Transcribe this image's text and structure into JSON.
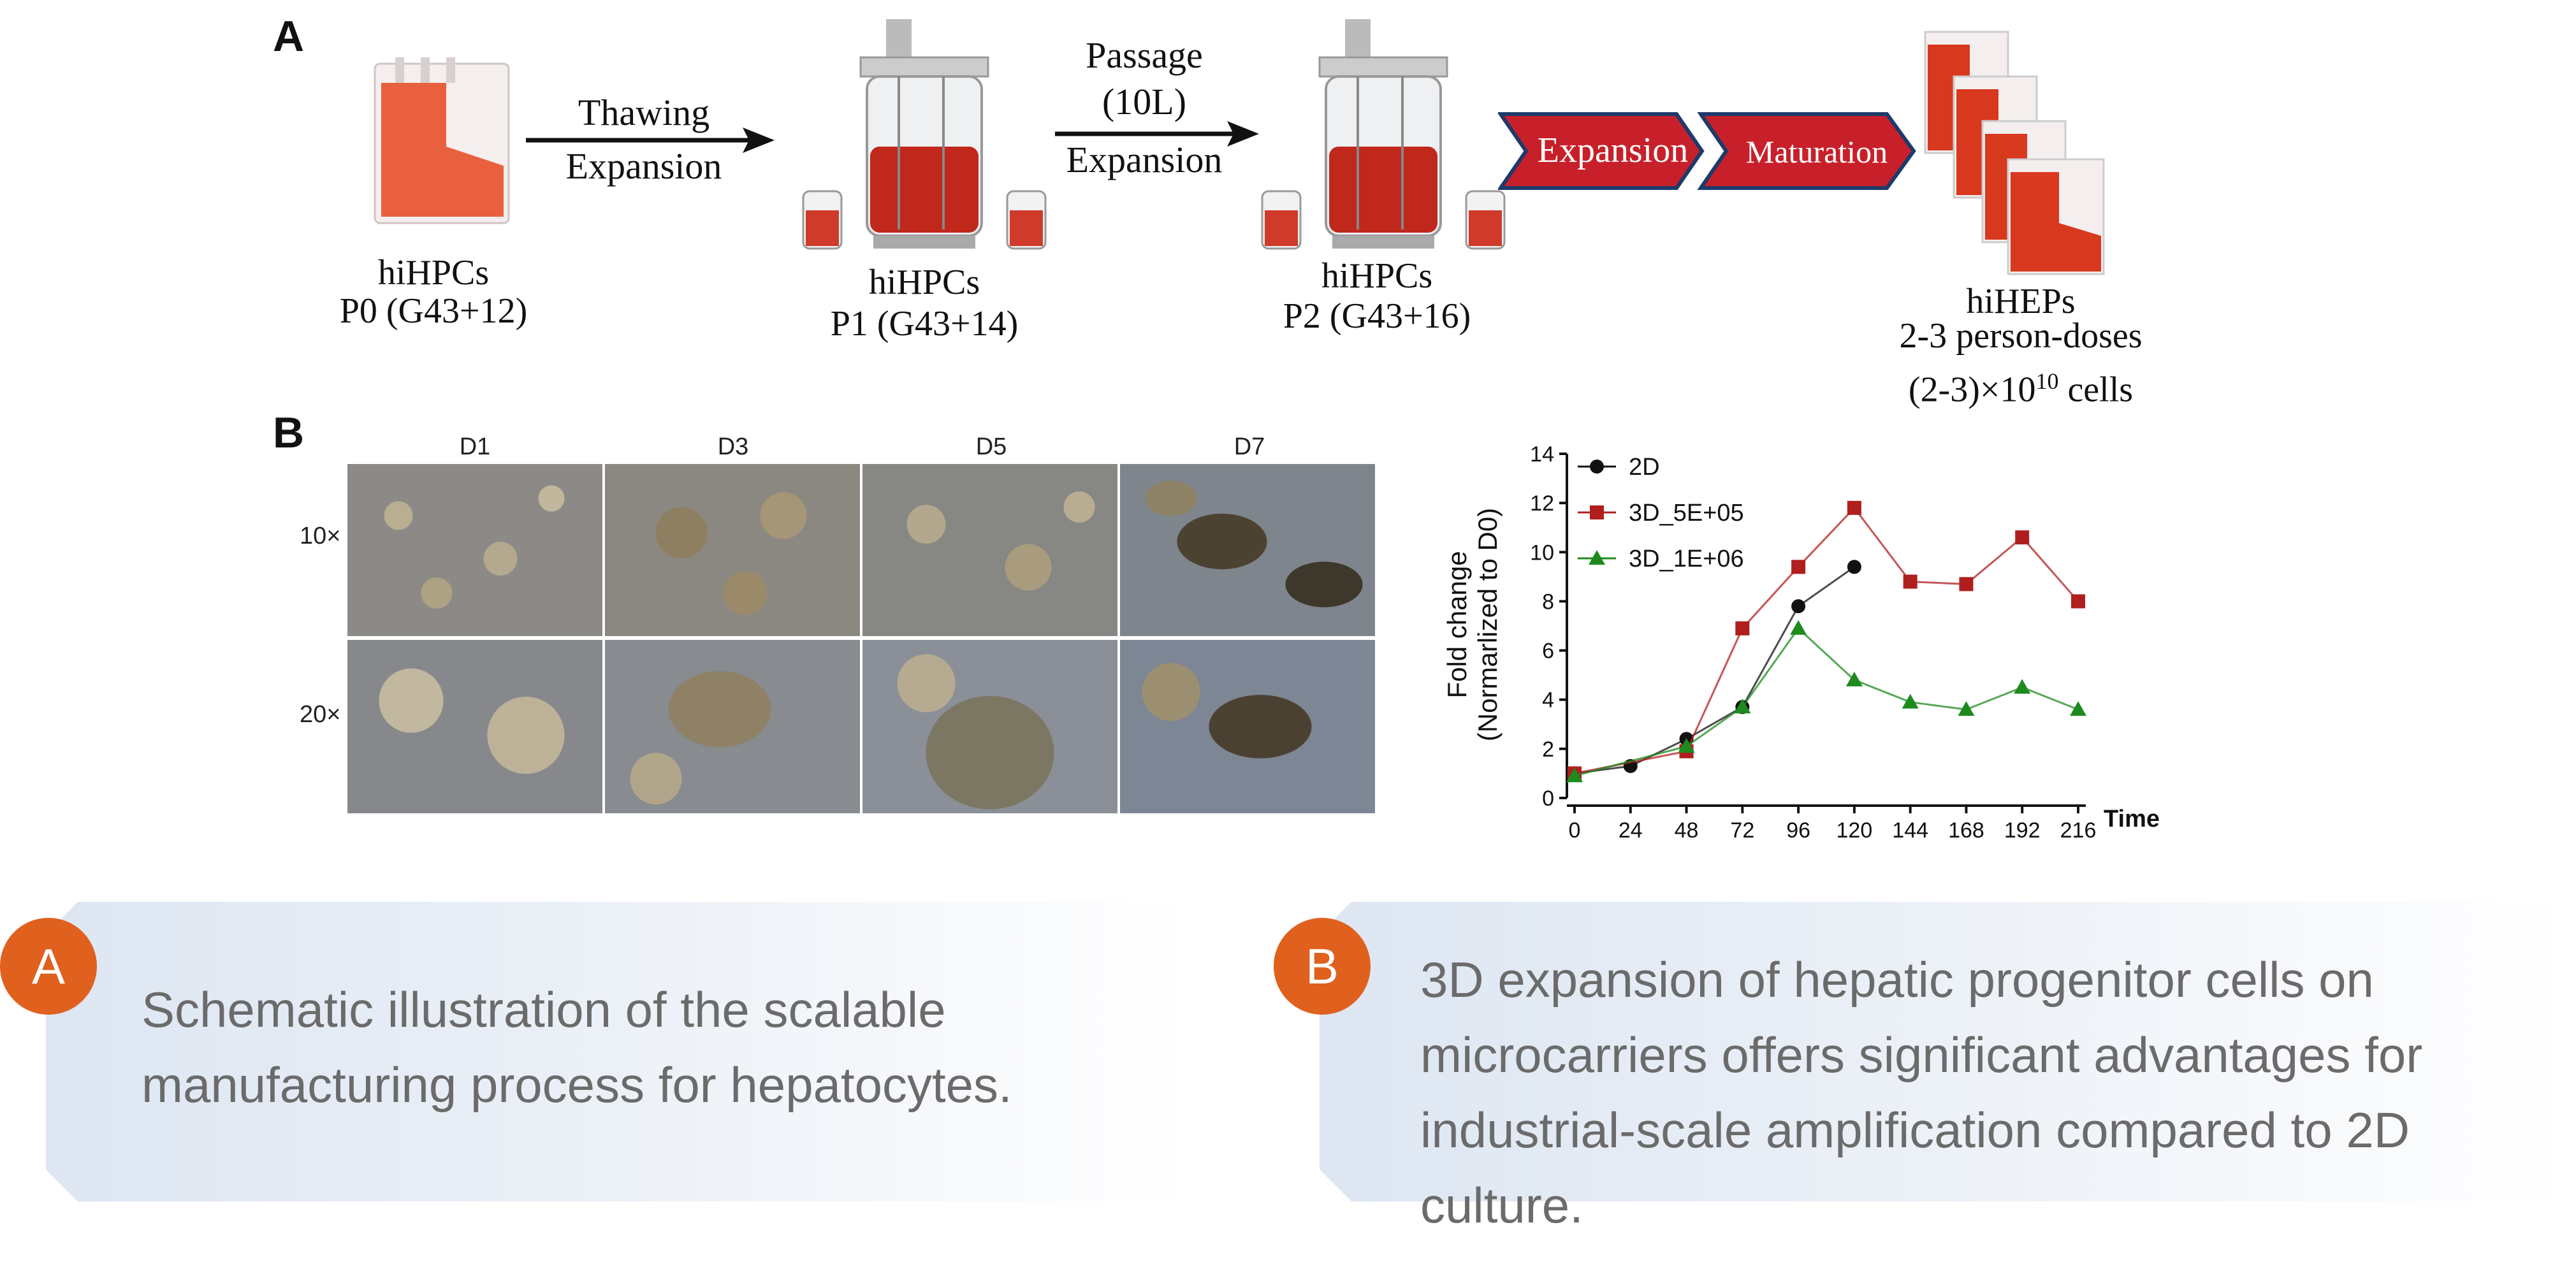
{
  "panel_a": {
    "letter": "A",
    "stages": [
      {
        "name": "hiHPCs",
        "sub": "P0 (G43+12)"
      },
      {
        "name": "hiHPCs",
        "sub": "P1 (G43+14)"
      },
      {
        "name": "hiHPCs",
        "sub": "P2 (G43+16)"
      }
    ],
    "arrow1": {
      "line1": "Thawing",
      "line2": "Expansion"
    },
    "arrow2": {
      "line1": "Passage",
      "line2": "(10L)",
      "line3": "Expansion"
    },
    "chevrons": [
      "Expansion",
      "Maturation"
    ],
    "final": {
      "name": "hiHEPs",
      "line2": "2-3 person-doses",
      "line3_pre": "(2-3)×10",
      "line3_sup": "10",
      "line3_post": " cells"
    },
    "colors": {
      "medium": "#c0281c",
      "chevron": "#c8202a",
      "chevron_border": "#1d3a6a",
      "bag": "#e8502a"
    }
  },
  "panel_b": {
    "letter": "B",
    "columns": [
      "D1",
      "D3",
      "D5",
      "D7"
    ],
    "rows": [
      "10×",
      "20×"
    ]
  },
  "chart_data": {
    "type": "line",
    "ylabel_line1": "Fold change",
    "ylabel_line2": "(Normarlized to D0)",
    "xlabel": "Time",
    "xticks": [
      "0",
      "24",
      "48",
      "72",
      "96",
      "120",
      "144",
      "168",
      "192",
      "216"
    ],
    "yticks": [
      "0",
      "2",
      "4",
      "6",
      "8",
      "10",
      "12",
      "14"
    ],
    "xlim": [
      0,
      216
    ],
    "ylim": [
      0,
      14
    ],
    "series": [
      {
        "name": "2D",
        "color": "#111111",
        "marker": "circle",
        "x": [
          0,
          24,
          48,
          72,
          96,
          120
        ],
        "y": [
          1.0,
          1.3,
          2.4,
          3.7,
          7.8,
          9.4
        ]
      },
      {
        "name": "3D_5E+05",
        "color": "#b01e1e",
        "marker": "square",
        "x": [
          0,
          48,
          72,
          96,
          120,
          144,
          168,
          192,
          216
        ],
        "y": [
          1.0,
          1.9,
          6.9,
          9.4,
          11.8,
          8.8,
          8.7,
          10.6,
          8.0
        ]
      },
      {
        "name": "3D_1E+06",
        "color": "#1e8a1e",
        "marker": "triangle",
        "x": [
          0,
          48,
          72,
          96,
          120,
          144,
          168,
          192,
          216
        ],
        "y": [
          0.9,
          2.1,
          3.7,
          6.9,
          4.8,
          3.9,
          3.6,
          4.5,
          3.6
        ]
      }
    ]
  },
  "captions": [
    {
      "badge": "A",
      "text": "Schematic illustration of the scalable manufacturing process for hepatocytes."
    },
    {
      "badge": "B",
      "text": "3D expansion of hepatic progenitor cells on microcarriers offers significant advantages for industrial-scale amplification compared to 2D culture."
    }
  ]
}
